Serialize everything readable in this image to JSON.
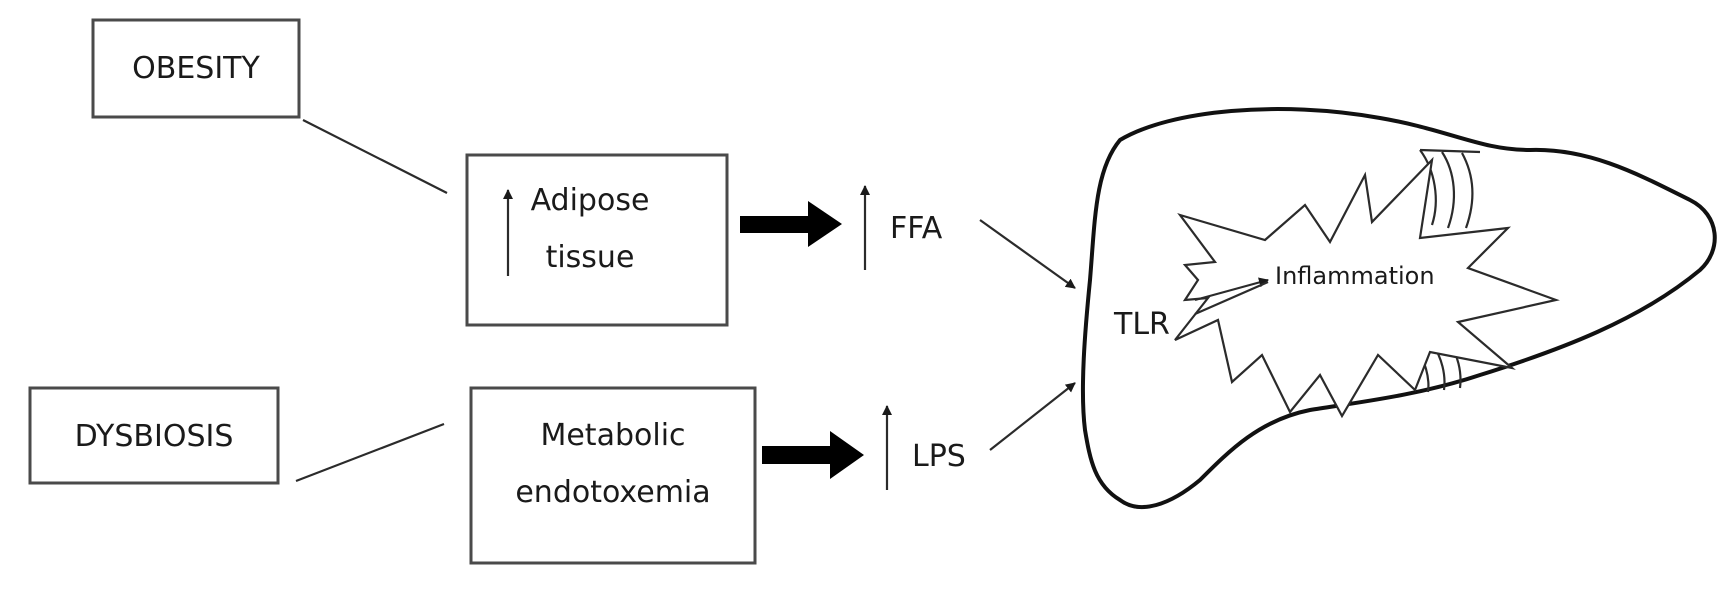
{
  "nodes": {
    "obesity": "OBESITY",
    "dysbiosis": "DYSBIOSIS",
    "adipose_line1": "Adipose",
    "adipose_line2": "tissue",
    "metabolic_line1": "Metabolic",
    "metabolic_line2": "endotoxemia",
    "ffa": "FFA",
    "lps": "LPS",
    "tlr": "TLR",
    "inflammation": "Inflammation"
  },
  "colors": {
    "line": "#2b2b2b",
    "box_border": "#4a4a4a",
    "text": "#1a1a1a"
  }
}
